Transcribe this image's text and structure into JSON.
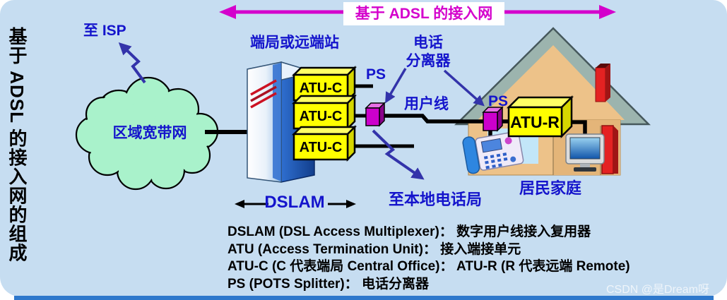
{
  "title_vertical": "基于 ADSL 的接入网的组成",
  "banner": {
    "label": "基于 ADSL 的接入网"
  },
  "network": {
    "isp_label": "至 ISP",
    "cloud_label": "区域宽带网",
    "station_label": "端局或远端站",
    "dslam_label": "DSLAM",
    "atuc_labels": [
      "ATU-C",
      "ATU-C",
      "ATU-C"
    ],
    "ps_top_label": "PS",
    "splitter_line1": "电话",
    "splitter_line2": "分离器",
    "userline_label": "用户线",
    "local_exchange_label": "至本地电话局",
    "ps_house_label": "PS",
    "atur_label": "ATU-R",
    "family_label": "居民家庭"
  },
  "legend": {
    "lines": [
      "DSLAM (DSL Access Multiplexer)： 数字用户线接入复用器",
      "ATU (Access Termination Unit)： 接入端接单元",
      "ATU-C (C 代表端局 Central Office)： ATU-R (R 代表远端 Remote)",
      "PS (POTS Splitter)： 电话分离器"
    ]
  },
  "watermark": "CSDN @是Dream呀",
  "colors": {
    "label_blue": "#1414CC",
    "accent_magenta": "#D400CC",
    "dslam_fill": "#00E9C3",
    "cloud_fill": "#A9F2CB",
    "device_yellow": "#FFFF00",
    "splitter_magenta": "#CC00CC",
    "house_wall": "#EDC289",
    "house_roof": "#9CB4AE",
    "background": "#C6DDF1",
    "footer_bar": "#2E78CC"
  }
}
